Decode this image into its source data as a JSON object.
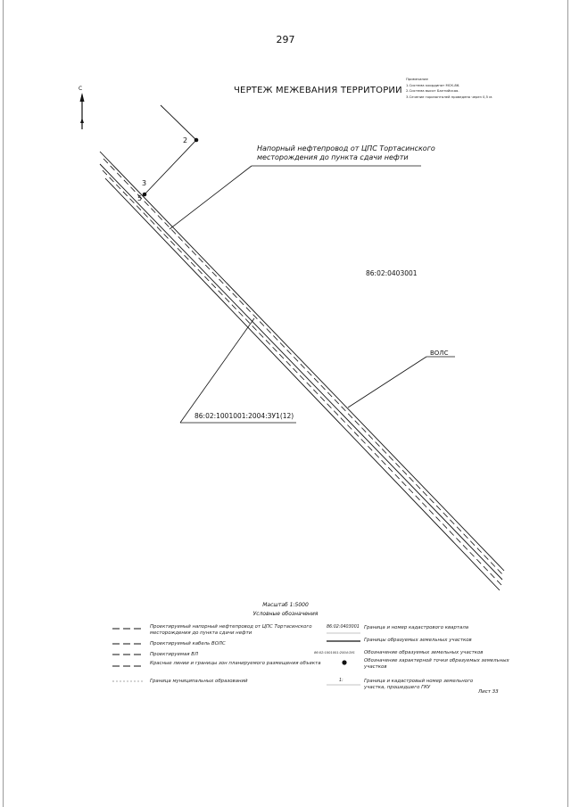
{
  "page": {
    "number": "297",
    "title": "ЧЕРТЕЖ МЕЖЕВАНИЯ ТЕРРИТОРИИ",
    "north_label": "С",
    "sheet": "Лист 33"
  },
  "notes": {
    "title": "Примечание",
    "items": [
      "1.Система координат МСК-86.",
      "2.Система высот Балтийская.",
      "3.Сечение горизонталей проведено через 0,5 м."
    ]
  },
  "map": {
    "pipeline_label": "Напорный нефтепровод от ЦПС Тортасинского месторождения до пункта сдачи нефти",
    "points": [
      "2",
      "3",
      "5"
    ],
    "quarter_number": "86:02:0403001",
    "vols_label": "ВОЛС",
    "parcel_label": "86:02:1001001:2004:ЗУ1(12)"
  },
  "legend": {
    "scale": "Масштаб 1:5000",
    "title": "Условные обозначения",
    "left": [
      "Проектируемый напорный нефтепровод от ЦПС Тортасинского месторождения до пункта сдачи нефти",
      "Проектируемый кабель ВОЛС",
      "Проектируемая ВЛ",
      "Красные линии и границы зон планируемого размещения объекта",
      "Граница муниципальных образований"
    ],
    "right": [
      {
        "sample": "86:02:0403001",
        "text": "Граница и номер кадастрового квартала"
      },
      {
        "sample": "",
        "text": "Границы образуемых земельных участков"
      },
      {
        "sample": "86:02:1001001:2004:ЗУ1",
        "text": "Обозначение образуемых земельных участков"
      },
      {
        "sample": "",
        "text": "Обозначение характерной точки образуемых земельных участков"
      },
      {
        "sample": "1:",
        "text": "Граница и кадастровый номер земельного участка, прошедшего ГКУ"
      }
    ]
  }
}
